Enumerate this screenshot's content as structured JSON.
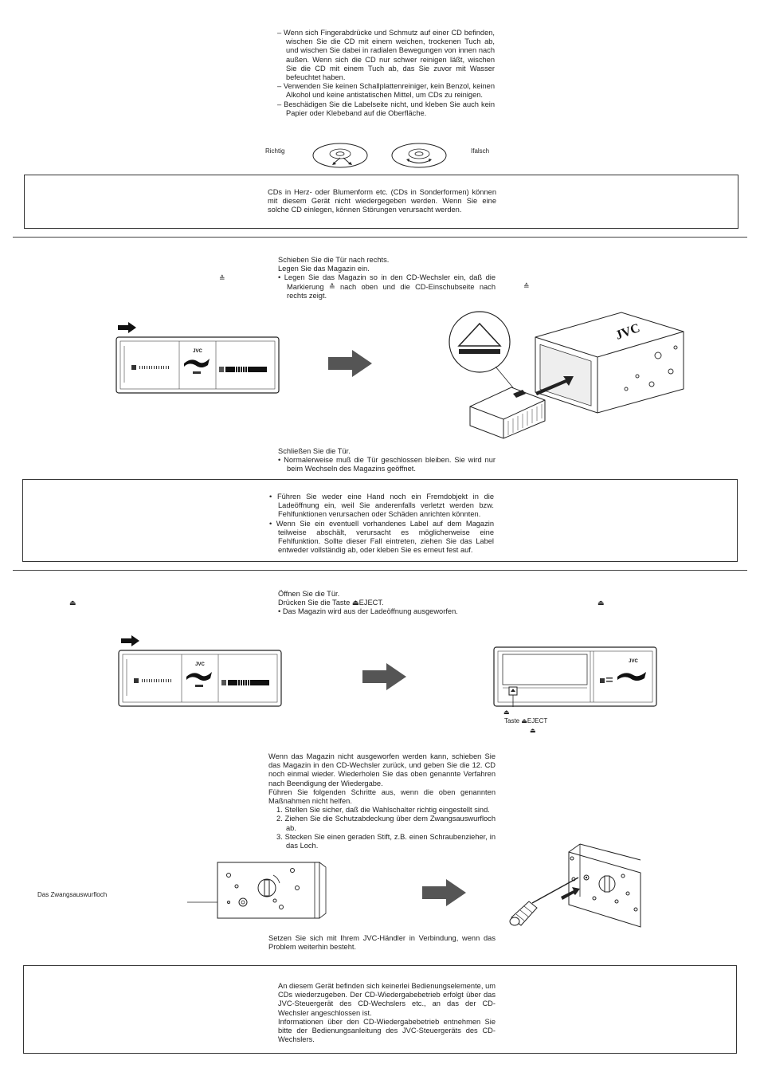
{
  "section1": {
    "dashes": [
      "– Wenn sich Fingerabdrücke und Schmutz auf einer CD befinden, wischen Sie die CD mit einem weichen, trockenen Tuch ab, und wischen Sie dabei in radialen Bewegungen von innen nach außen. Wenn sich die CD nur schwer reinigen läßt, wischen Sie die CD mit einem Tuch ab, das Sie zuvor mit Wasser befeuchtet haben.",
      "– Verwenden Sie keinen Schallplattenreiniger, kein Benzol, keinen Alkohol und keine antistatischen Mittel, um CDs zu reinigen.",
      "– Beschädigen Sie die Labelseite nicht, und kleben Sie auch kein Papier oder Klebeband auf die Oberfläche."
    ],
    "label_right": "Richtig",
    "label_wrong": "Ifalsch",
    "box_text": "CDs in Herz- oder Blumenform etc. (CDs in Sonderformen) können mit diesem Gerät nicht wiedergegeben werden. Wenn Sie eine solche CD einlegen, können Störungen verursacht werden."
  },
  "section2": {
    "steps": [
      "Schieben Sie die Tür nach rechts.",
      "Legen Sie das Magazin ein."
    ],
    "bullet": "• Legen Sie das Magazin so in den CD-Wechsler ein, daß die Markierung ≙ nach oben und die CD-Einschubseite nach rechts zeigt.",
    "left_glyph": "≙",
    "right_glyph": "≙",
    "close_step": "Schließen Sie die Tür.",
    "close_bullet": "• Normalerweise muß die Tür geschlossen bleiben. Sie wird nur beim Wechseln des Magazins geöffnet.",
    "box_bullets": [
      "• Führen Sie weder eine Hand noch ein Fremdobjekt in die Ladeöffnung ein, weil Sie anderenfalls verletzt werden bzw. Fehlfunktionen verursachen oder Schäden anrichten könnten.",
      "• Wenn Sie ein eventuell vorhandenes Label auf dem Magazin teilweise abschält, verursacht es möglicherweise eine Fehlfunktion. Sollte dieser Fall eintreten, ziehen Sie das Label entweder vollständig ab, oder kleben Sie es erneut fest auf."
    ],
    "brand": "JVC"
  },
  "section3": {
    "steps": [
      "Öffnen Sie die Tür.",
      "Drücken Sie die Taste ⏏EJECT."
    ],
    "bullet": "• Das Magazin wird aus der Ladeöffnung ausgeworfen.",
    "left_glyph": "⏏",
    "right_glyph": "⏏",
    "eject_label": "Taste ⏏EJECT",
    "eject_glyph_top": "⏏",
    "eject_glyph_bottom": "⏏",
    "brand": "JVC"
  },
  "section4": {
    "intro": "Wenn das Magazin nicht ausgeworfen werden kann, schieben Sie das Magazin in den CD-Wechsler zurück, und geben Sie die 12. CD noch einmal wieder. Wiederholen Sie das oben genannte Verfahren nach Beendigung der Wiedergabe.",
    "intro2": "Führen Sie folgenden Schritte aus, wenn die oben genannten Maßnahmen nicht helfen.",
    "items": [
      "1. Stellen Sie sicher, daß die Wahlschalter richtig eingestellt sind.",
      "2. Ziehen Sie die Schutzabdeckung über dem Zwangsauswurfloch ab.",
      "3. Stecken Sie einen geraden Stift, z.B. einen Schraubenzieher, in das Loch."
    ],
    "hole_label": "Das Zwangsauswurfloch",
    "footer": "Setzen Sie sich mit Ihrem JVC-Händler in Verbindung, wenn das Problem weiterhin besteht."
  },
  "section5": {
    "box_text1": "An diesem Gerät befinden sich keinerlei Bedienungselemente, um CDs wiederzugeben. Der CD-Wiedergabebetrieb erfolgt über das JVC-Steuergerät des CD-Wechslers etc., an das der CD-Wechsler angeschlossen ist.",
    "box_text2": "Informationen über den CD-Wiedergabebetrieb entnehmen Sie bitte der Bedienungsanleitung des JVC-Steuergeräts des CD-Wechslers."
  }
}
